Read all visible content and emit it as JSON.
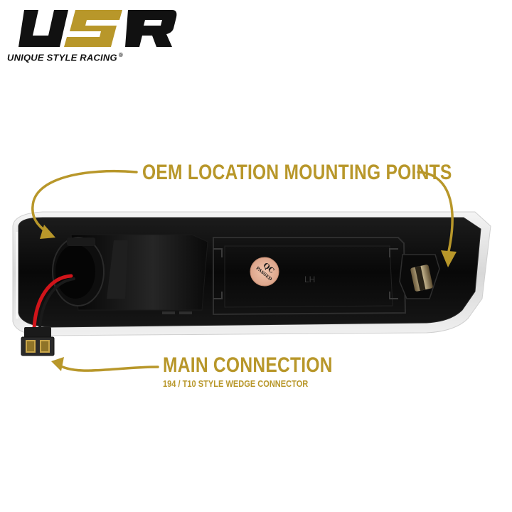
{
  "brand": {
    "logo_text": "USR",
    "tagline": "UNIQUE STYLE RACING",
    "registered_mark": "®"
  },
  "callouts": {
    "top": {
      "title": "OEM LOCATION MOUNTING POINTS"
    },
    "bottom": {
      "title": "MAIN CONNECTION",
      "subtitle": "194 / T10 STYLE WEDGE CONNECTOR"
    }
  },
  "product": {
    "qc_sticker_top": "QC",
    "qc_sticker_bottom": "PASSED",
    "side_marking": "LH"
  },
  "colors": {
    "accent_gold": "#b8972a",
    "logo_black": "#111111",
    "housing": "#0d0d0d",
    "wire_red": "#d0141a",
    "qc_sticker": "#e8b8a0"
  }
}
